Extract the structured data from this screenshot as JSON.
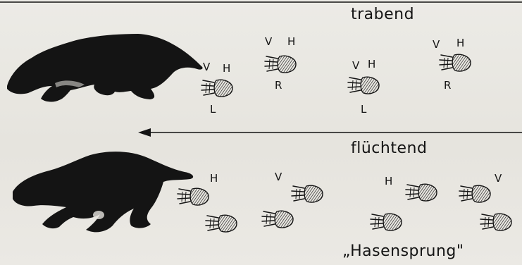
{
  "labels": {
    "trot_title": "trabend",
    "flee_title": "flüchtend",
    "hare_jump": "„Hasensprung\"",
    "v": "V",
    "h": "H",
    "r": "R",
    "l": "L"
  },
  "colors": {
    "ink": "#141414",
    "paper": "#eae8e3"
  },
  "icons": [
    "badger-trotting-silhouette",
    "badger-running-silhouette",
    "paw-print",
    "direction-arrow"
  ]
}
